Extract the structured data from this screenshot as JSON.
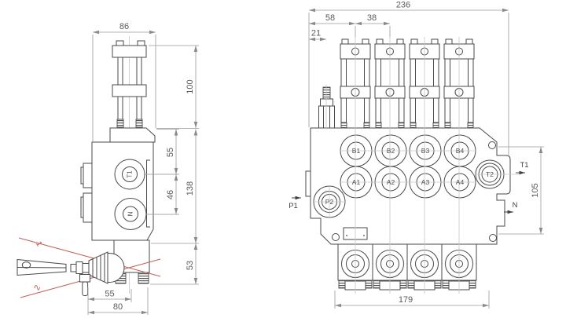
{
  "left_view": {
    "dim_width": "86",
    "dim_height_top": "100",
    "dim_t1_offset": "55",
    "dim_t1_n_spacing": "46",
    "dim_body_height": "138",
    "dim_bottom_height": "53",
    "dim_lever_offset": "55",
    "dim_bottom_width": "80",
    "port_t1": "T1",
    "port_n": "N",
    "lever_pos_1": "1",
    "lever_pos_2": "2"
  },
  "right_view": {
    "dim_total_width": "236",
    "dim_first_section": "58",
    "dim_section_spacing": "38",
    "dim_relief_offset": "21",
    "dim_mount_height": "105",
    "dim_bottom_width": "179",
    "ports_b": [
      "B1",
      "B2",
      "B3",
      "B4"
    ],
    "ports_a": [
      "A1",
      "A2",
      "A3",
      "A4"
    ],
    "port_t2": "T2",
    "port_p2": "P2",
    "arrow_p1": "P1",
    "arrow_t1": "T1",
    "arrow_n": "N"
  }
}
